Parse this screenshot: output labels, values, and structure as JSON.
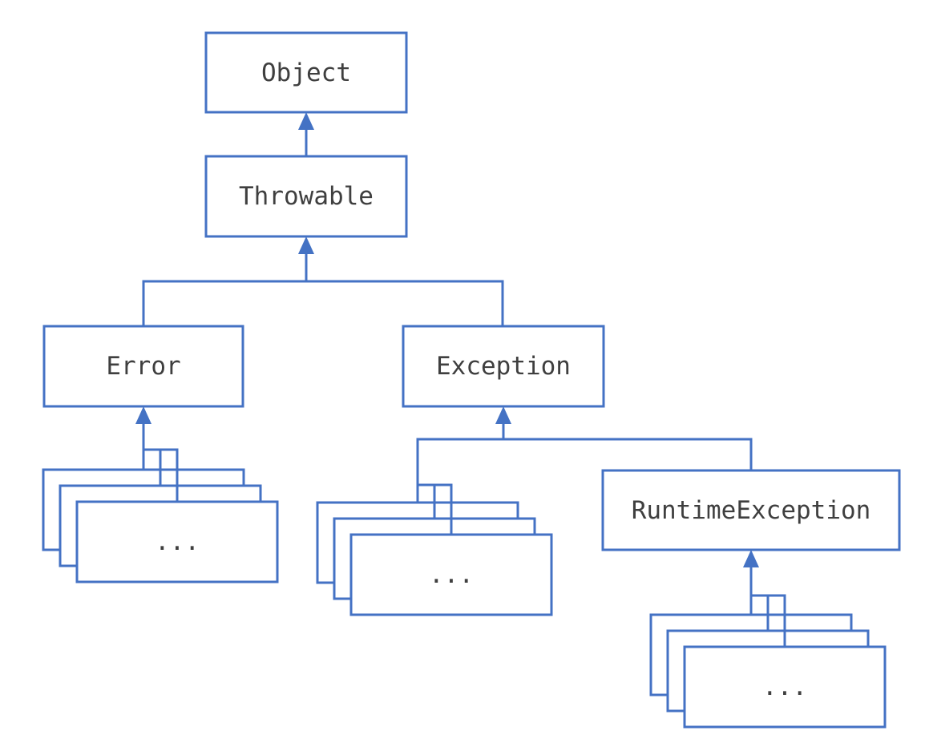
{
  "diagram": {
    "kind": "class-inheritance-hierarchy",
    "colors": {
      "line": "#4472C4",
      "text": "#3F3F3F",
      "fill": "#FFFFFF"
    },
    "nodes": {
      "object": {
        "label": "Object"
      },
      "throwable": {
        "label": "Throwable"
      },
      "error": {
        "label": "Error"
      },
      "exception": {
        "label": "Exception"
      },
      "runtime_exception": {
        "label": "RuntimeException"
      },
      "error_subclasses": {
        "label": "..."
      },
      "exception_subclasses": {
        "label": "..."
      },
      "runtime_subclasses": {
        "label": "..."
      }
    },
    "edges": [
      {
        "from": "throwable",
        "to": "object",
        "type": "inheritance-arrow"
      },
      {
        "from": "error",
        "to": "throwable",
        "type": "inheritance-arrow"
      },
      {
        "from": "exception",
        "to": "throwable",
        "type": "inheritance-arrow"
      },
      {
        "from": "error_subclasses",
        "to": "error",
        "type": "inheritance-arrow"
      },
      {
        "from": "exception_subclasses",
        "to": "exception",
        "type": "inheritance-arrow"
      },
      {
        "from": "runtime_exception",
        "to": "exception",
        "type": "inheritance-arrow"
      },
      {
        "from": "runtime_subclasses",
        "to": "runtime_exception",
        "type": "inheritance-arrow"
      }
    ]
  }
}
